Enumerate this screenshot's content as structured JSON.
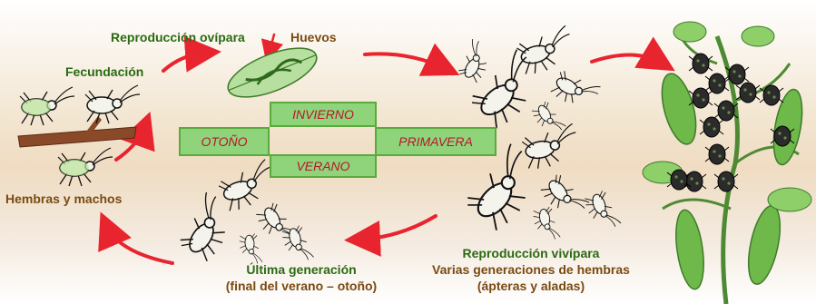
{
  "labels": {
    "reproduccion_ovipara": "Reproducción ovípara",
    "huevos": "Huevos",
    "fecundacion": "Fecundación",
    "hembras_machos": "Hembras y machos",
    "ultima_generacion_1": "Última generación",
    "ultima_generacion_2": "(final del verano – otoño)",
    "vivipara_1": "Reproducción vivípara",
    "vivipara_2": "Varias generaciones de hembras",
    "vivipara_3": "(ápteras y aladas)"
  },
  "seasons": {
    "invierno": "INVIERNO",
    "otono": "OTOÑO",
    "primavera": "PRIMAVERA",
    "verano": "VERANO"
  },
  "colors": {
    "arrow": "#e8242e",
    "label_green": "#2a6a12",
    "label_brown": "#7a4a12",
    "season_fill": "#8fd37a",
    "season_text": "#b8162b"
  }
}
